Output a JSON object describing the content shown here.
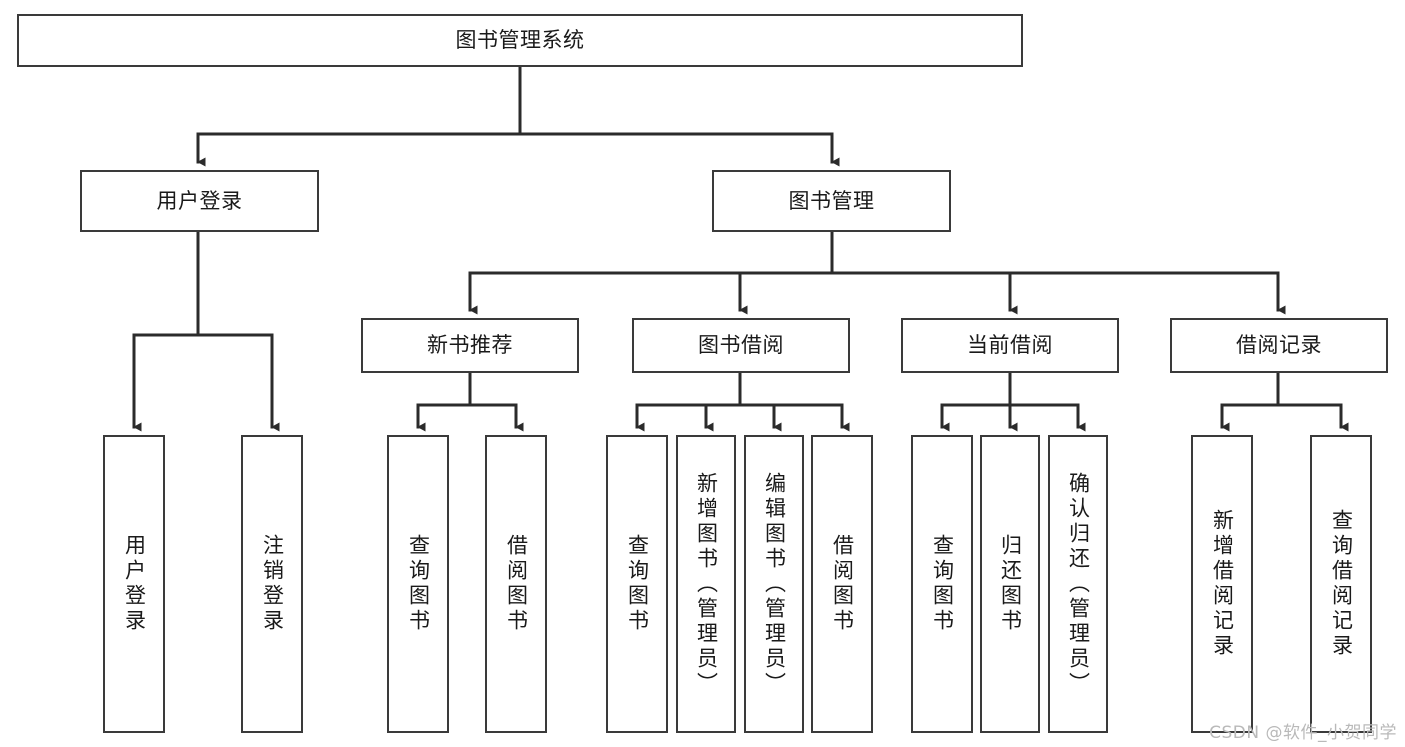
{
  "diagram": {
    "title": "图书管理系统",
    "type": "tree-hierarchy",
    "colors": {
      "box_border": "#3a3a3a",
      "box_fill": "#ffffff",
      "connector": "#2b2b2b",
      "text": "#1a1a1a",
      "watermark": "#b9b9b9"
    },
    "root": {
      "label": "图书管理系统"
    },
    "level2": [
      {
        "label": "用户登录"
      },
      {
        "label": "图书管理"
      }
    ],
    "level3": [
      {
        "label": "新书推荐"
      },
      {
        "label": "图书借阅"
      },
      {
        "label": "当前借阅"
      },
      {
        "label": "借阅记录"
      }
    ],
    "leaves": {
      "user_login": [
        {
          "label": "用户登录"
        },
        {
          "label": "注销登录"
        }
      ],
      "new_book": [
        {
          "label": "查询图书"
        },
        {
          "label": "借阅图书"
        }
      ],
      "book_borrow": [
        {
          "label": "查询图书"
        },
        {
          "label": "新增图书（管理员）"
        },
        {
          "label": "编辑图书（管理员）"
        },
        {
          "label": "借阅图书"
        }
      ],
      "current_borrow": [
        {
          "label": "查询图书"
        },
        {
          "label": "归还图书"
        },
        {
          "label": "确认归还（管理员）"
        }
      ],
      "borrow_record": [
        {
          "label": "新增借阅记录"
        },
        {
          "label": "查询借阅记录"
        }
      ]
    }
  },
  "watermark": {
    "text": "CSDN @软件_小贺同学"
  }
}
